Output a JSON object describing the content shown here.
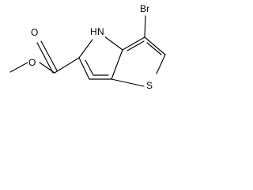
{
  "molecule": {
    "atoms": {
      "bromine": "Br",
      "amine_nh": "H",
      "amine_n": "N",
      "sulfur": "S",
      "carbonyl_o": "O",
      "ester_o": "O"
    }
  }
}
